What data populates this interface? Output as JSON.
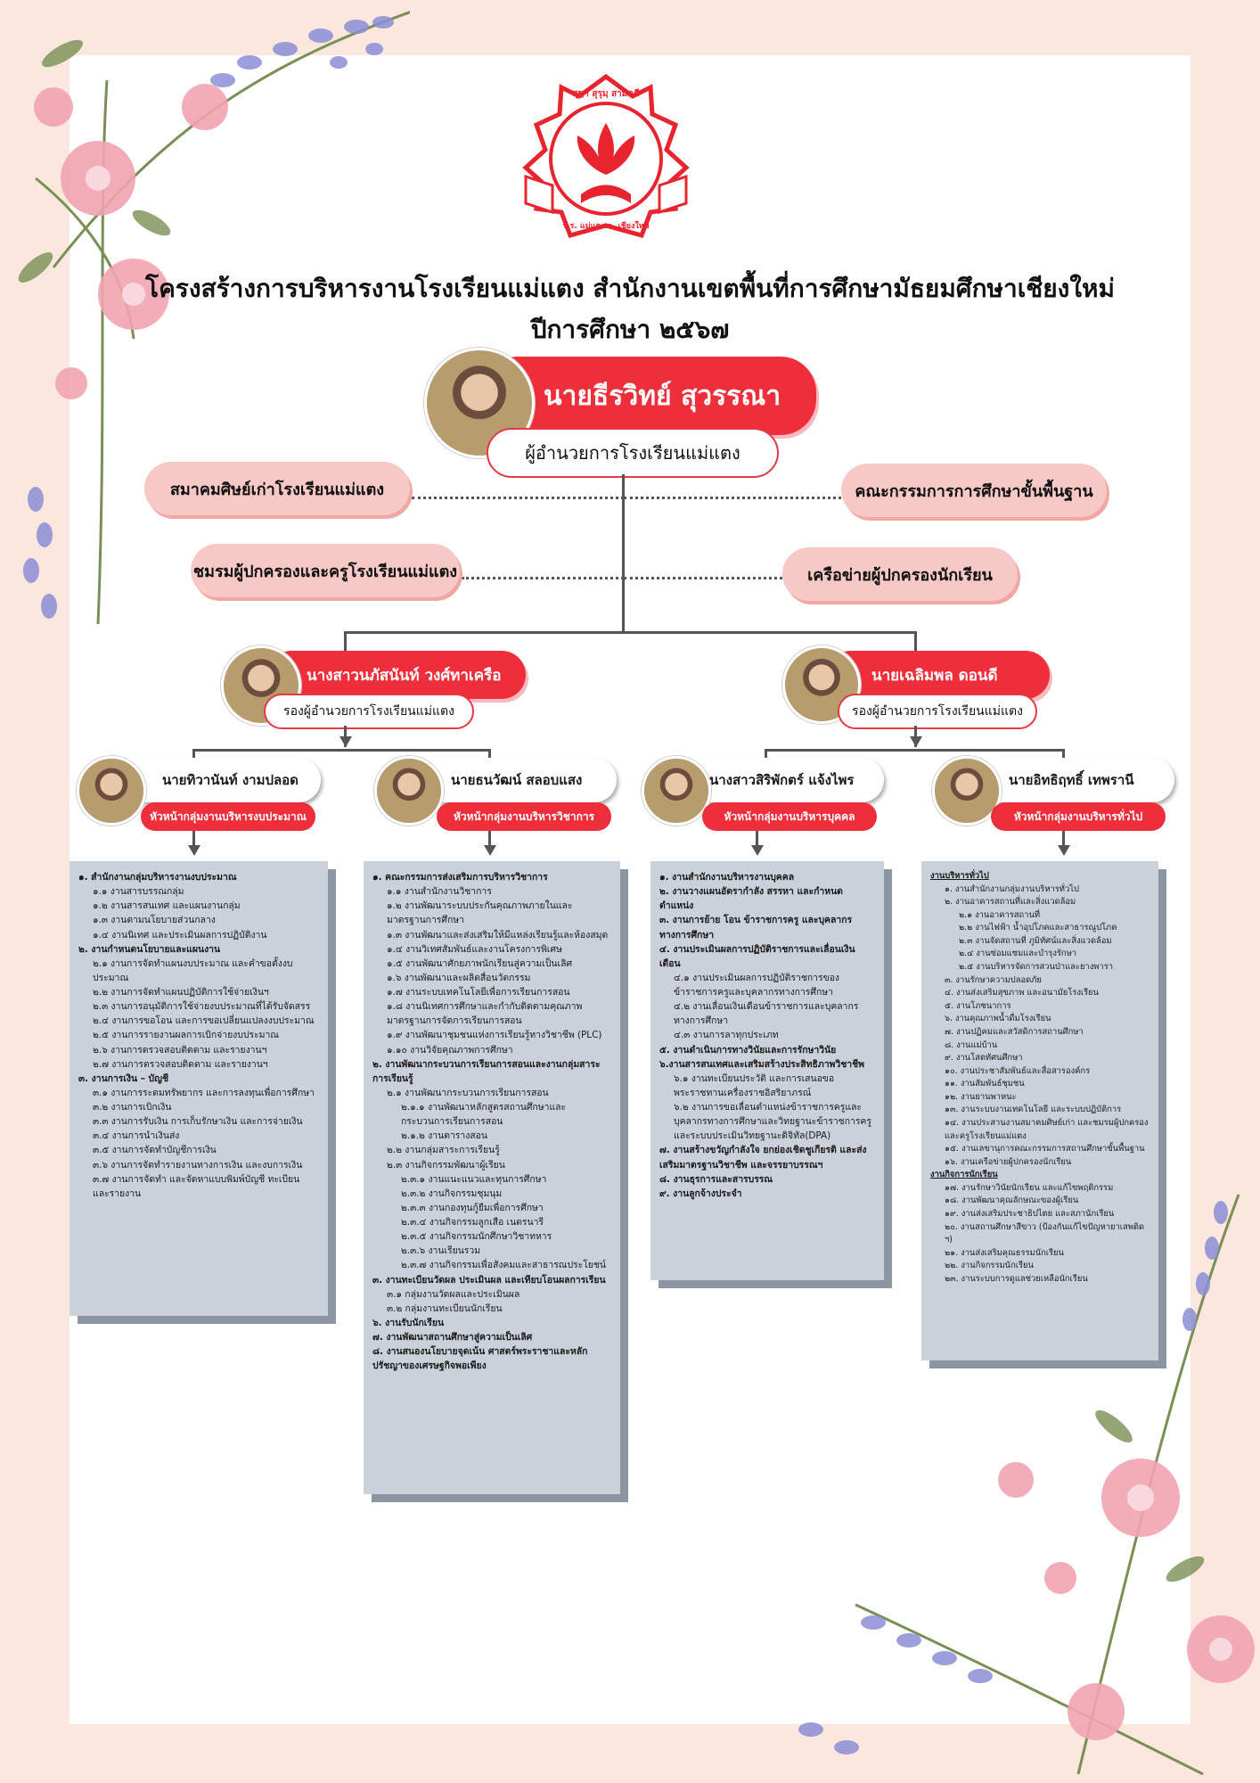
{
  "title": {
    "line1": "โครงสร้างการบริหารงานโรงเรียนแม่แตง สำนักงานเขตพื้นที่การศึกษามัธยมศึกษาเชียงใหม่",
    "line2": "ปีการศึกษา ๒๕๖๗"
  },
  "logo": {
    "top_text": "สุขฺา สุรุมฺ สามคฺคี",
    "bottom_text": "ร.ร. แม่แตง จ. เชียงใหม่",
    "color": "#e8242e"
  },
  "director": {
    "name": "นายธีรวิทย์ สุวรรณา",
    "position": "ผู้อำนวยการโรงเรียนแม่แตง"
  },
  "partners": {
    "left_top": "สมาคมศิษย์เก่าโรงเรียนแม่แตง",
    "right_top": "คณะกรรมการการศึกษาขั้นพื้นฐาน",
    "left_bottom": "ชมรมผู้ปกครองและครูโรงเรียนแม่แตง",
    "right_bottom": "เครือข่ายผู้ปกครองนักเรียน"
  },
  "deputies": [
    {
      "name": "นางสาวนภัสนันท์ วงศ์ทาเครือ",
      "position": "รองผู้อำนวยการโรงเรียนแม่แตง"
    },
    {
      "name": "นายเฉลิมพล ดอนดี",
      "position": "รองผู้อำนวยการโรงเรียนแม่แตง"
    }
  ],
  "heads": [
    {
      "name": "นายทิวานันท์ งามปลอด",
      "position": "หัวหน้ากลุ่มงานบริหารงบประมาณ"
    },
    {
      "name": "นายธนวัฒน์ สลอบแสง",
      "position": "หัวหน้ากลุ่มงานบริหารวิชาการ"
    },
    {
      "name": "นางสาวสิริพักตร์ แจ้งไพร",
      "position": "หัวหน้ากลุ่มงานบริหารบุคคล"
    },
    {
      "name": "นายอิทธิฤทธิ์ เทพรานี",
      "position": "หัวหน้ากลุ่มงานบริหารทั่วไป"
    }
  ],
  "tasks": [
    [
      {
        "t": "๑. สำนักงานกลุ่มบริหารงานงบประมาณ",
        "l": 0
      },
      {
        "t": "๑.๑ งานสารบรรณกลุ่ม",
        "l": 1
      },
      {
        "t": "๑.๒ งานสารสนเทศ และแผนงานกลุ่ม",
        "l": 1
      },
      {
        "t": "๑.๓ งานตามนโยบายส่วนกลาง",
        "l": 1
      },
      {
        "t": "๑.๔ งานนิเทศ และประเมินผลการปฏิบัติงาน",
        "l": 1
      },
      {
        "t": "๒. งานกำหนดนโยบายและแผนงาน",
        "l": 0
      },
      {
        "t": "๒.๑ งานการจัดทำแผนงบประมาณ และคำขอตั้งงบประมาณ",
        "l": 1
      },
      {
        "t": "๒.๒ งานการจัดทำแผนปฏิบัติการใช้จ่ายเงินฯ",
        "l": 1
      },
      {
        "t": "๒.๓ งานการอนุมัติการใช้จ่ายงบประมาณที่ได้รับจัดสรร",
        "l": 1
      },
      {
        "t": "๒.๔ งานการขอโอน และการขอเปลี่ยนแปลงงบประมาณ",
        "l": 1
      },
      {
        "t": "๒.๕ งานการรายงานผลการเบิกจ่ายงบประมาณ",
        "l": 1
      },
      {
        "t": "๒.๖ งานการตรวจสอบติดตาม และรายงานฯ",
        "l": 1
      },
      {
        "t": "๒.๗ งานการตรวจสอบติดตาม และรายงานฯ",
        "l": 1
      },
      {
        "t": "๓. งานการเงิน – บัญชี",
        "l": 0
      },
      {
        "t": "๓.๑ งานการระดมทรัพยากร และการลงทุนเพื่อการศึกษา",
        "l": 1
      },
      {
        "t": "๓.๒ งานการเบิกเงิน",
        "l": 1
      },
      {
        "t": "๓.๓ งานการรับเงิน การเก็บรักษาเงิน และการจ่ายเงิน",
        "l": 1
      },
      {
        "t": "๓.๔ งานการนำเงินส่ง",
        "l": 1
      },
      {
        "t": "๓.๕ งานการจัดทำบัญชีการเงิน",
        "l": 1
      },
      {
        "t": "๓.๖ งานการจัดทำรายงานทางการเงิน และงบการเงิน",
        "l": 1
      },
      {
        "t": "๓.๗ งานการจัดทำ และจัดหาแบบพิมพ์บัญชี ทะเบียน และรายงาน",
        "l": 1
      }
    ],
    [
      {
        "t": "๑. คณะกรรมการส่งเสริมการบริหารวิชาการ",
        "l": 0
      },
      {
        "t": "๑.๑ งานสำนักงานวิชาการ",
        "l": 1
      },
      {
        "t": "๑.๒ งานพัฒนาระบบประกันคุณภาพภายในและมาตรฐานการศึกษา",
        "l": 1
      },
      {
        "t": "๑.๓ งานพัฒนาและส่งเสริมให้มีแหล่งเรียนรู้และห้องสมุด",
        "l": 1
      },
      {
        "t": "๑.๔ งานวิเทศสัมพันธ์และงานโครงการพิเศษ",
        "l": 1
      },
      {
        "t": "๑.๕ งานพัฒนาศักยภาพนักเรียนสู่ความเป็นเลิศ",
        "l": 1
      },
      {
        "t": "๑.๖ งานพัฒนาและผลิตสื่อนวัตกรรม",
        "l": 1
      },
      {
        "t": "๑.๗ งานระบบเทคโนโลยีเพื่อการเรียนการสอน",
        "l": 1
      },
      {
        "t": "๑.๘ งานนิเทศการศึกษาและกำกับติดตามคุณภาพมาตรฐานการจัดการเรียนการสอน",
        "l": 1
      },
      {
        "t": "๑.๙ งานพัฒนาชุมชนแห่งการเรียนรู้ทางวิชาชีพ (PLC)",
        "l": 1
      },
      {
        "t": "๑.๑๐ งานวิจัยคุณภาพการศึกษา",
        "l": 1
      },
      {
        "t": "๒. งานพัฒนากระบวนการเรียนการสอนและงานกลุ่มสาระการเรียนรู้",
        "l": 0
      },
      {
        "t": "๒.๑ งานพัฒนากระบวนการเรียนการสอน",
        "l": 1
      },
      {
        "t": "๒.๑.๑ งานพัฒนาหลักสูตรสถานศึกษาและกระบวนการเรียนการสอน",
        "l": 2
      },
      {
        "t": "๒.๑.๒ งานตารางสอน",
        "l": 2
      },
      {
        "t": "๒.๒ งานกลุ่มสาระการเรียนรู้",
        "l": 1
      },
      {
        "t": "๒.๓ งานกิจกรรมพัฒนาผู้เรียน",
        "l": 1
      },
      {
        "t": "๒.๓.๑ งานแนะแนวและทุนการศึกษา",
        "l": 2
      },
      {
        "t": "๒.๓.๒ งานกิจกรรมชุมนุม",
        "l": 2
      },
      {
        "t": "๒.๓.๓ งานกองทุนกู้ยืมเพื่อการศึกษา",
        "l": 2
      },
      {
        "t": "๒.๓.๔ งานกิจกรรมลูกเสือ เนตรนารี",
        "l": 2
      },
      {
        "t": "๒.๓.๕ งานกิจกรรมนักศึกษาวิชาทหาร",
        "l": 2
      },
      {
        "t": "๒.๓.๖ งานเรียนรวม",
        "l": 2
      },
      {
        "t": "๒.๓.๗ งานกิจกรรมเพื่อสังคมและสาธารณประโยชน์",
        "l": 2
      },
      {
        "t": "๓. งานทะเบียนวัดผล ประเมินผล และเทียบโอนผลการเรียน",
        "l": 0
      },
      {
        "t": "๓.๑ กลุ่มงานวัดผลและประเมินผล",
        "l": 1
      },
      {
        "t": "๓.๒ กลุ่มงานทะเบียนนักเรียน",
        "l": 1
      },
      {
        "t": "๖. งานรับนักเรียน",
        "l": 0
      },
      {
        "t": "๗. งานพัฒนาสถานศึกษาสู่ความเป็นเลิศ",
        "l": 0
      },
      {
        "t": "๘. งานสนองนโยบายจุดเน้น ศาสตร์พระราชาและหลักปรัชญาของเศรษฐกิจพอเพียง",
        "l": 0
      }
    ],
    [
      {
        "t": "๑. งานสำนักงานบริหารงานบุคคล",
        "l": 0
      },
      {
        "t": "๒. งานวางแผนอัตรากำลัง สรรหา และกำหนดตำแหน่ง",
        "l": 0
      },
      {
        "t": "๓. งานการย้าย โอน ข้าราชการครู และบุคลากรทางการศึกษา",
        "l": 0
      },
      {
        "t": "๔. งานประเมินผลการปฏิบัติราชการและเลื่อนเงินเดือน",
        "l": 0
      },
      {
        "t": "๔.๑ งานประเมินผลการปฏิบัติราชการของข้าราชการครูและบุคลากรทางการศึกษา",
        "l": 1
      },
      {
        "t": "๔.๒ งานเลื่อนเงินเดือนข้าราชการและบุคลากรทางการศึกษา",
        "l": 1
      },
      {
        "t": "๔.๓ งานการลาทุกประเภท",
        "l": 1
      },
      {
        "t": "๕. งานดำเนินการทางวินัยและการรักษาวินัย",
        "l": 0
      },
      {
        "t": "๖.งานสารสนเทศและเสริมสร้างประสิทธิภาพวิชาชีพ",
        "l": 0
      },
      {
        "t": "๖.๑ งานทะเบียนประวัติ และการเสนอขอพระราชทานเครื่องราชอิสริยาภรณ์",
        "l": 1
      },
      {
        "t": "๖.๒ งานการขอเลื่อนตำแหน่งข้าราชการครูและบุคลากรทางการศึกษาและวิทยฐานะข้าราชการครูและระบบประเมินวิทยฐานะดิจิทัล(DPA)",
        "l": 1
      },
      {
        "t": "๗. งานสร้างขวัญกำลังใจ ยกย่องเชิดชูเกียรติ และส่งเสริมมาตรฐานวิชาชีพ และจรรยาบรรณฯ",
        "l": 0
      },
      {
        "t": "๘. งานธุรการและสารบรรณ",
        "l": 0
      },
      {
        "t": "๙. งานลูกจ้างประจำ",
        "l": 0
      }
    ],
    [
      {
        "t": "งานบริหารทั่วไป",
        "l": -1
      },
      {
        "t": "๑. งานสำนักงานกลุ่มงานบริหารทั่วไป",
        "l": 1
      },
      {
        "t": "๒. งานอาคารสถานที่และสิ่งแวดล้อม",
        "l": 1
      },
      {
        "t": "๒.๑ งานอาคารสถานที่",
        "l": 2
      },
      {
        "t": "๒.๒ งานไฟฟ้า น้ำอุปโภคและสาธารณูปโภค",
        "l": 2
      },
      {
        "t": "๒.๓ งานจัดสถานที่ ภูมิทัศน์และสิ่งแวดล้อม",
        "l": 2
      },
      {
        "t": "๒.๔ งานซ่อมแซมและบำรุงรักษา",
        "l": 2
      },
      {
        "t": "๒.๕ งานบริหารจัดการสวนป่าและยางพารา",
        "l": 2
      },
      {
        "t": "๓. งานรักษาความปลอดภัย",
        "l": 1
      },
      {
        "t": "๔. งานส่งเสริมสุขภาพ และอนามัยโรงเรียน",
        "l": 1
      },
      {
        "t": "๕. งานโภชนาการ",
        "l": 1
      },
      {
        "t": "๖. งานคุณภาพน้ำดื่มโรงเรียน",
        "l": 1
      },
      {
        "t": "๗. งานปฏิคมและสวัสดิการสถานศึกษา",
        "l": 1
      },
      {
        "t": "๘. งานแม่บ้าน",
        "l": 1
      },
      {
        "t": "๙. งานโสตทัศนศึกษา",
        "l": 1
      },
      {
        "t": "๑๐. งานประชาสัมพันธ์และสื่อสารองค์กร",
        "l": 1
      },
      {
        "t": "๑๑. งานสัมพันธ์ชุมชน",
        "l": 1
      },
      {
        "t": "๑๒. งานยานพาหนะ",
        "l": 1
      },
      {
        "t": "๑๓. งานระบบงานเทคโนโลยี และระบบปฏิบัติการ",
        "l": 1
      },
      {
        "t": "๑๔. งานประสานงานสมาคมศิษย์เก่า และชมรมผู้ปกครองและครูโรงเรียนแม่แตง",
        "l": 1
      },
      {
        "t": "๑๕. งานเลขานุการคณะกรรมการสถานศึกษาขั้นพื้นฐาน",
        "l": 1
      },
      {
        "t": "๑๖. งานเครือข่ายผู้ปกครองนักเรียน",
        "l": 1
      },
      {
        "t": "งานกิจการนักเรียน",
        "l": -1
      },
      {
        "t": "๑๗. งานรักษาวินัยนักเรียน และแก้ไขพฤติกรรม",
        "l": 1
      },
      {
        "t": "๑๘. งานพัฒนาคุณลักษณะของผู้เรียน",
        "l": 1
      },
      {
        "t": "๑๙. งานส่งเสริมประชาธิปไตย และสภานักเรียน",
        "l": 1
      },
      {
        "t": "๒๐. งานสถานศึกษาสีขาว (ป้องกันแก้ไขปัญหายาเสพติด ฯ)",
        "l": 1
      },
      {
        "t": "๒๑. งานส่งเสริมคุณธรรมนักเรียน",
        "l": 1
      },
      {
        "t": "๒๒. งานกิจกรรมนักเรียน",
        "l": 1
      },
      {
        "t": "๒๓. งานระบบการดูแลช่วยเหลือนักเรียน",
        "l": 1
      }
    ]
  ]
}
